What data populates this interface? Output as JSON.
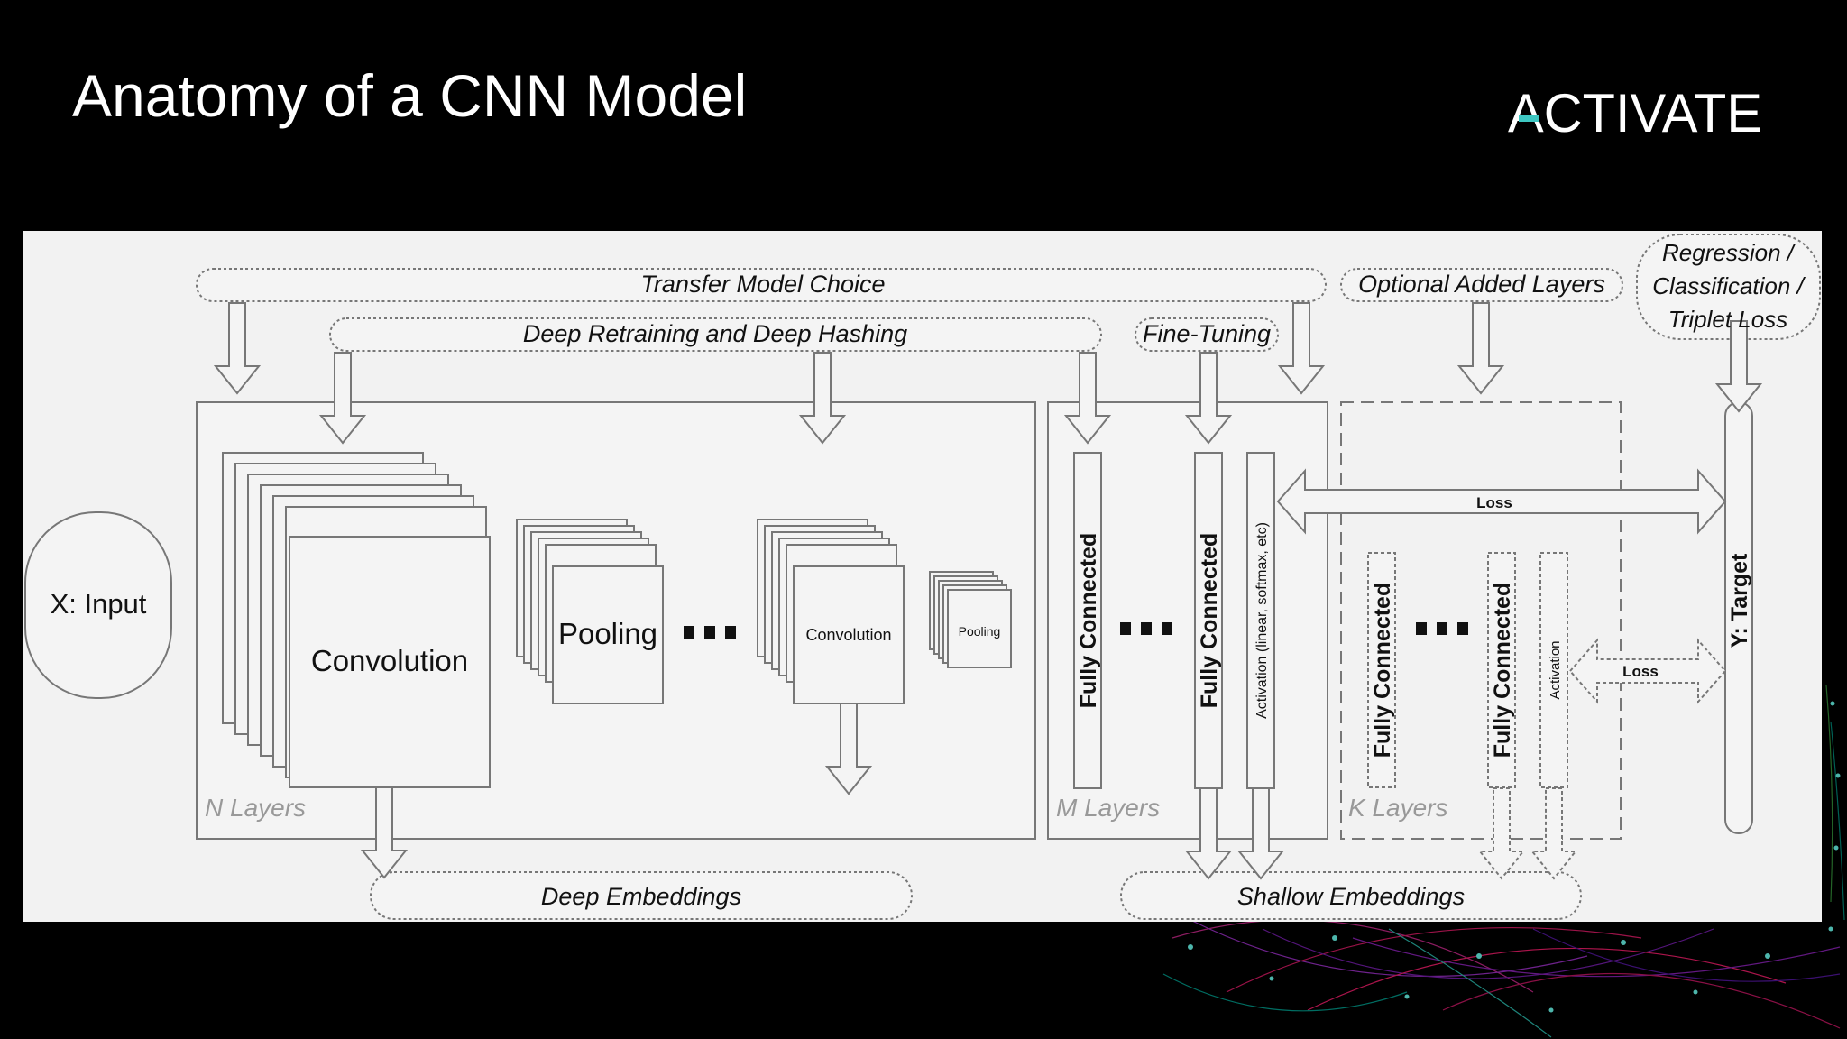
{
  "slide": {
    "title": "Anatomy of a CNN Model",
    "logo_text": "ACTIVATE",
    "logo_accent_color": "#3ec7c2"
  },
  "diagram": {
    "labels": {
      "transfer_model_choice": "Transfer Model Choice",
      "deep_retraining": "Deep Retraining and Deep Hashing",
      "fine_tuning": "Fine-Tuning",
      "optional_added_layers": "Optional Added Layers",
      "loss_line1": "Regression /",
      "loss_line2": "Classification /",
      "loss_line3": "Triplet Loss",
      "input": "X: Input",
      "convolution_large": "Convolution",
      "pooling_large": "Pooling",
      "convolution_small": "Convolution",
      "pooling_small": "Pooling",
      "n_layers": "N Layers",
      "m_layers": "M Layers",
      "k_layers": "K Layers",
      "fully_connected_m1": "Fully Connected",
      "fully_connected_m2": "Fully Connected",
      "activation_m": "Activation (linear, softmax, etc)",
      "fully_connected_k1": "Fully Connected",
      "fully_connected_k2": "Fully Connected",
      "activation_k": "Activation",
      "loss_top": "Loss",
      "loss_bottom": "Loss",
      "target": "Y: Target",
      "deep_embeddings": "Deep Embeddings",
      "shallow_embeddings": "Shallow Embeddings"
    }
  }
}
